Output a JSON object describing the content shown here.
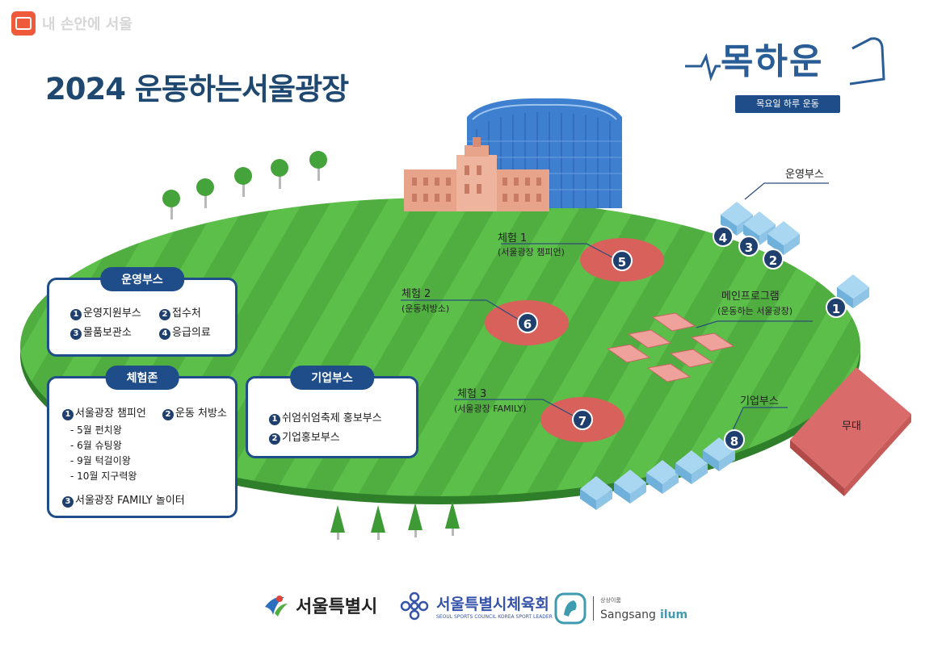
{
  "watermark": {
    "text": "내 손안에 서울",
    "icon": "phone-app-icon"
  },
  "title": "2024 운동하는서울광장",
  "brand": {
    "title": "목하운",
    "subtitle": "목요일 하루 운동"
  },
  "panels": {
    "operation": {
      "header": "운영부스",
      "items": [
        {
          "num": "1",
          "label": "운영지원부스"
        },
        {
          "num": "2",
          "label": "접수처"
        },
        {
          "num": "3",
          "label": "물품보관소"
        },
        {
          "num": "4",
          "label": "응급의료"
        }
      ]
    },
    "experience": {
      "header": "체험존",
      "item1": {
        "num": "1",
        "label": "서울광장 챔피언"
      },
      "item2": {
        "num": "2",
        "label": "운동 처방소"
      },
      "subitems": [
        "- 5월  펀치왕",
        "- 6월  슈팅왕",
        "- 9월  턱걸이왕",
        "- 10월  지구력왕"
      ],
      "item3": {
        "num": "3",
        "label": "서울광장 FAMILY 놀이터"
      }
    },
    "company": {
      "header": "기업부스",
      "items": [
        {
          "num": "1",
          "label": "쉬엄쉬엄축제 홍보부스"
        },
        {
          "num": "2",
          "label": "기업홍보부스"
        }
      ]
    }
  },
  "map": {
    "zones": [
      {
        "title": "체험 1",
        "sub": "(서울광장 챔피언)",
        "num": "5"
      },
      {
        "title": "체험 2",
        "sub": "(운동처방소)",
        "num": "6"
      },
      {
        "title": "체험 3",
        "sub": "(서울광장 FAMILY)",
        "num": "7"
      }
    ],
    "booth_markers": [
      "4",
      "3",
      "2",
      "1",
      "8"
    ],
    "labels": {
      "operation_booth": "운영부스",
      "main_program": "메인프로그램",
      "main_program_sub": "(운동하는 서울광장)",
      "company_booth": "기업부스",
      "stage": "무대"
    }
  },
  "footer": {
    "seoul": "서울특별시",
    "sports_council": "서울특별시체육회",
    "sports_council_sub": "SEOUL SPORTS COUNCIL  KOREA SPORT LEADER",
    "sangsang_small": "상상이룸",
    "sangsang": "Sangsang",
    "ilum": "ilum"
  },
  "colors": {
    "field_green": "#4fae3f",
    "field_stripe": "#5cbf4a",
    "field_edge": "#2f7e2a",
    "zone_red": "#d9615c",
    "navy": "#1f4d8a",
    "title_navy": "#1f4870",
    "booth_blue": "#8fc7e8"
  }
}
